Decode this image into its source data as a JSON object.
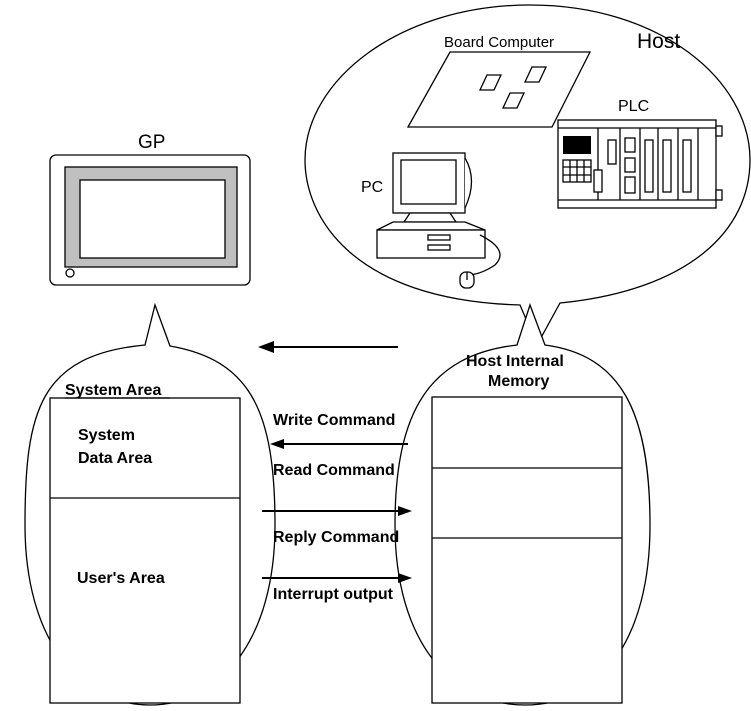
{
  "labels": {
    "host": "Host",
    "board_computer": "Board Computer",
    "plc": "PLC",
    "pc": "PC",
    "gp": "GP",
    "host_memory_line1": "Host Internal",
    "host_memory_line2": "Memory",
    "system_area": "System Area",
    "system_data_line1": "System",
    "system_data_line2": "Data Area",
    "users_area": "User's Area"
  },
  "commands": [
    "Write Command",
    "Read Command",
    "Reply Command",
    "Interrupt output"
  ],
  "colors": {
    "stroke": "#000000",
    "background": "#ffffff",
    "screen_bezel": "#c0c0c0"
  }
}
